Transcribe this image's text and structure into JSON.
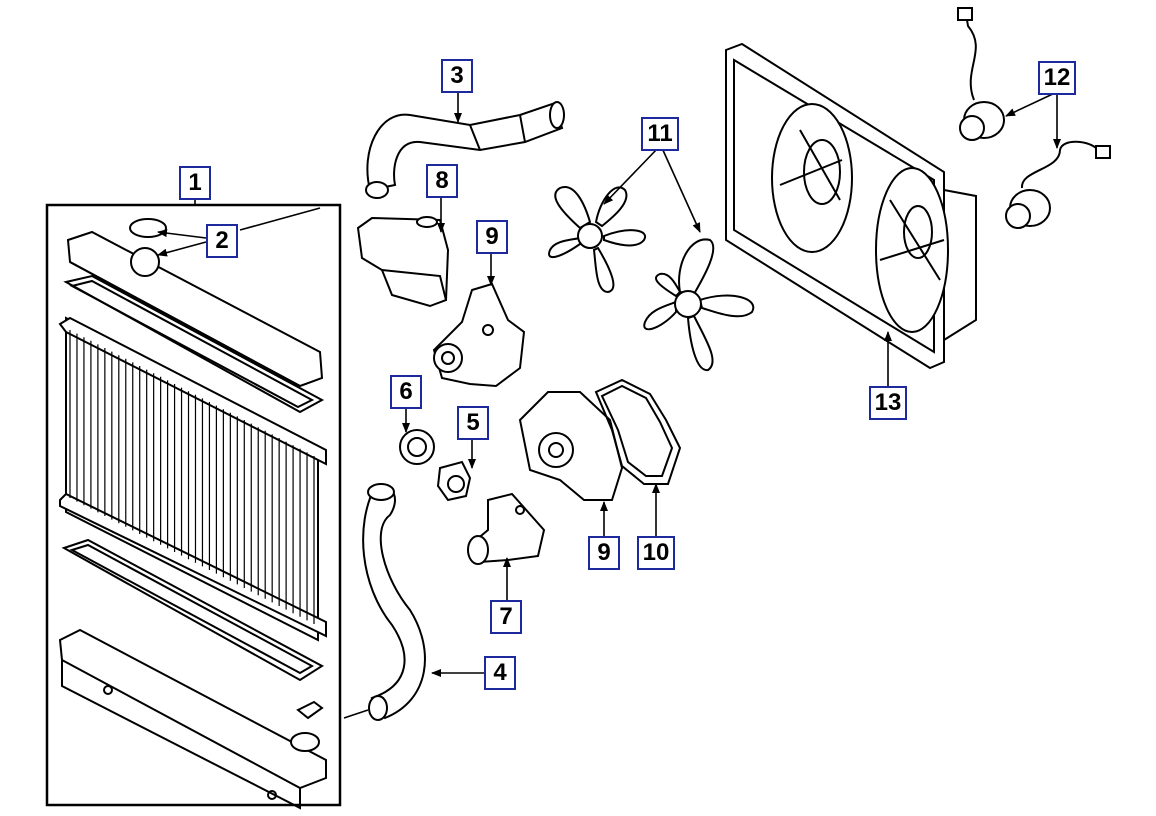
{
  "diagram": {
    "line_color": "#000000",
    "callout_border_color": "#1d2a9e",
    "callouts": [
      {
        "id": "c1",
        "label": "1"
      },
      {
        "id": "c2",
        "label": "2"
      },
      {
        "id": "c3",
        "label": "3"
      },
      {
        "id": "c4",
        "label": "4"
      },
      {
        "id": "c5",
        "label": "5"
      },
      {
        "id": "c6",
        "label": "6"
      },
      {
        "id": "c7",
        "label": "7"
      },
      {
        "id": "c8",
        "label": "8"
      },
      {
        "id": "c9a",
        "label": "9"
      },
      {
        "id": "c9b",
        "label": "9"
      },
      {
        "id": "c10",
        "label": "10"
      },
      {
        "id": "c11",
        "label": "11"
      },
      {
        "id": "c12",
        "label": "12"
      },
      {
        "id": "c13",
        "label": "13"
      }
    ]
  }
}
